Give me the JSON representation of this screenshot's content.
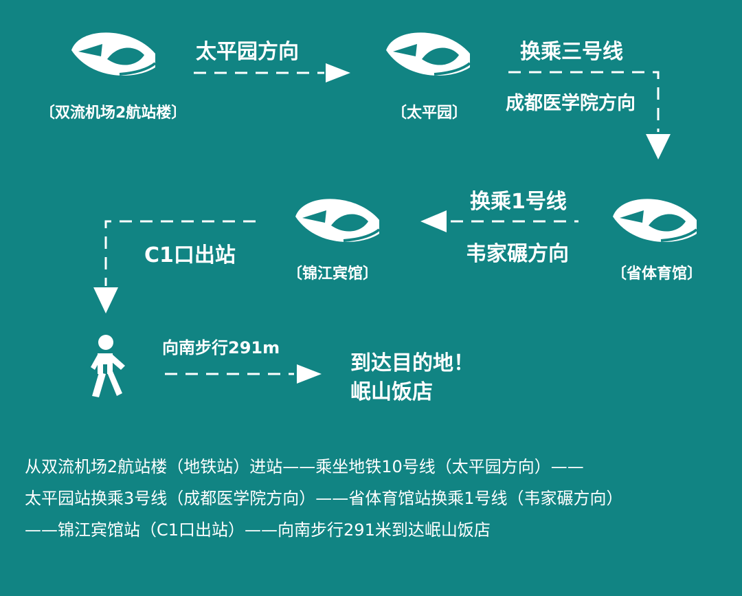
{
  "stations": {
    "s1": "〔双流机场2航站楼〕",
    "s2": "〔太平园〕",
    "s3": "〔省体育馆〕",
    "s4": "〔锦江宾馆〕"
  },
  "directions": {
    "d1": "太平园方向",
    "d2_top": "换乘三号线",
    "d2_bottom": "成都医学院方向",
    "d3_top": "换乘1号线",
    "d3_bottom": "韦家碾方向",
    "d4": "C1口出站",
    "d5": "向南步行291m"
  },
  "destination": {
    "line1": "到达目的地！",
    "line2": "岷山饭店"
  },
  "route": {
    "line1": "从双流机场2航站楼（地铁站）进站——乘坐地铁10号线（太平园方向）——",
    "line2": "太平园站换乘3号线（成都医学院方向）——省体育馆站换乘1号线（韦家碾方向）",
    "line3": "——锦江宾馆站（C1口出站）——向南步行291米到达岷山饭店"
  },
  "colors": {
    "background": "#118483",
    "foreground": "#ffffff"
  }
}
